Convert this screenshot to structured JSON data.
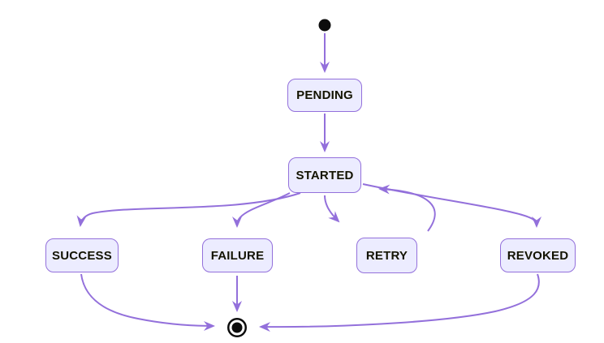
{
  "diagram": {
    "type": "state-diagram",
    "states": {
      "pending": {
        "label": "PENDING"
      },
      "started": {
        "label": "STARTED"
      },
      "success": {
        "label": "SUCCESS"
      },
      "failure": {
        "label": "FAILURE"
      },
      "retry": {
        "label": "RETRY"
      },
      "revoked": {
        "label": "REVOKED"
      }
    },
    "initial_state": "[*]",
    "final_state": "[*]",
    "transitions": [
      {
        "from": "[*]",
        "to": "PENDING"
      },
      {
        "from": "PENDING",
        "to": "STARTED"
      },
      {
        "from": "STARTED",
        "to": "SUCCESS"
      },
      {
        "from": "STARTED",
        "to": "FAILURE"
      },
      {
        "from": "STARTED",
        "to": "RETRY"
      },
      {
        "from": "STARTED",
        "to": "REVOKED"
      },
      {
        "from": "RETRY",
        "to": "STARTED"
      },
      {
        "from": "SUCCESS",
        "to": "[*]"
      },
      {
        "from": "FAILURE",
        "to": "[*]"
      },
      {
        "from": "REVOKED",
        "to": "[*]"
      }
    ],
    "colors": {
      "background": "#ffffff",
      "node_fill": "#ececff",
      "node_border": "#9370db",
      "edge": "#9370db",
      "text": "#131300",
      "terminal": "#0d0d0d"
    }
  }
}
